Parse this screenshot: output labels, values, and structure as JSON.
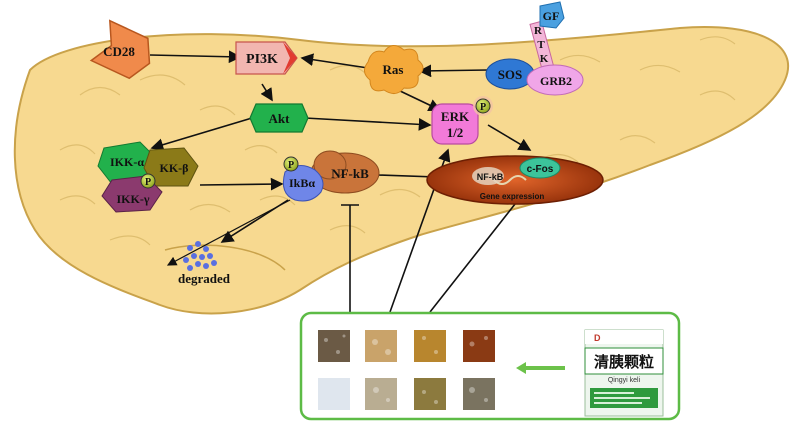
{
  "nodes": {
    "cd28": "CD28",
    "pi3k": "PI3K",
    "ras": "Ras",
    "gf": "GF",
    "rtk_r": "R",
    "rtk_t": "T",
    "rtk_k": "K",
    "sos": "SOS",
    "grb2": "GRB2",
    "akt": "Akt",
    "erk_line1": "ERK",
    "erk_line2": "1/2",
    "phospho": "P",
    "ikk_alpha": "IKK-α",
    "ikk_beta": "KK-β",
    "ikk_gamma": "IKK-γ",
    "ikba": "IkBα",
    "nfkb": "NF-kB",
    "nucleus_nfkb": "NF-kB",
    "cfos": "c-Fos",
    "gene_expression": "Gene expression",
    "degraded": "degraded"
  },
  "product": {
    "name_cn": "清胰颗粒",
    "name_en": "Qingyi keli"
  },
  "colors": {
    "pancreas": "#f7d990",
    "pancreas_stroke": "#c9a24a",
    "box_border": "#5dbb46",
    "inhibit_arrow": "#6cc24a",
    "nucleus": "#c4410f",
    "pi3k": "#f2b6b0",
    "ras": "#f4a93a",
    "akt": "#22b14c",
    "erk": "#f27ad8",
    "sos": "#2f78d4",
    "grb2": "#f0a6e8",
    "ikba": "#6f86e8",
    "nfkb": "#c9743a",
    "cd28": "#f08a4b",
    "phospho": "#b9d332"
  }
}
